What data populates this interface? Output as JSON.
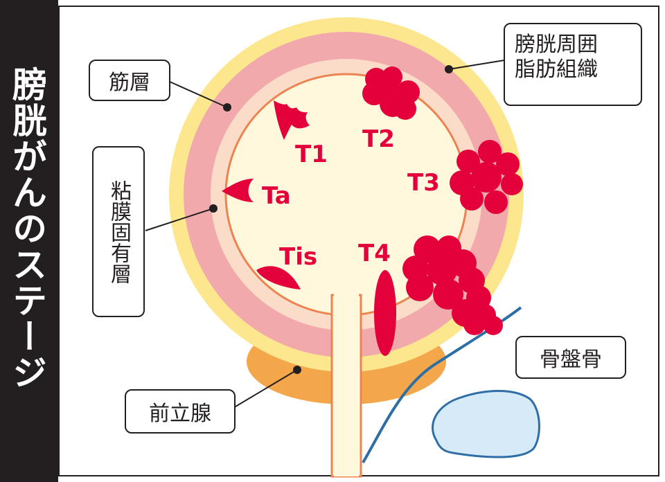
{
  "title": "膀胱がんのステージ",
  "labels": {
    "muscle": "筋層",
    "lamina": "粘膜固有層",
    "fat_line1": "膀胱周囲",
    "fat_line2": "脂肪組織",
    "pelvis": "骨盤骨",
    "prostate": "前立腺"
  },
  "stages": {
    "t1": "T1",
    "t2": "T2",
    "t3": "T3",
    "t4": "T4",
    "ta": "Ta",
    "tis": "Tis"
  },
  "colors": {
    "background": "#ffffff",
    "title_bar": "#231f20",
    "title_text": "#ffffff",
    "perivesical_fat": "#fde78e",
    "muscle_layer": "#f2a9ac",
    "lamina_propria": "#fbdcc8",
    "mucosa_line": "#ec8350",
    "lumen": "#fff8dd",
    "prostate": "#f4a64a",
    "tumor": "#e4003a",
    "pelvic_bone_outline": "#2e6ea6",
    "pelvic_bone_fill": "#d6ebf7"
  }
}
